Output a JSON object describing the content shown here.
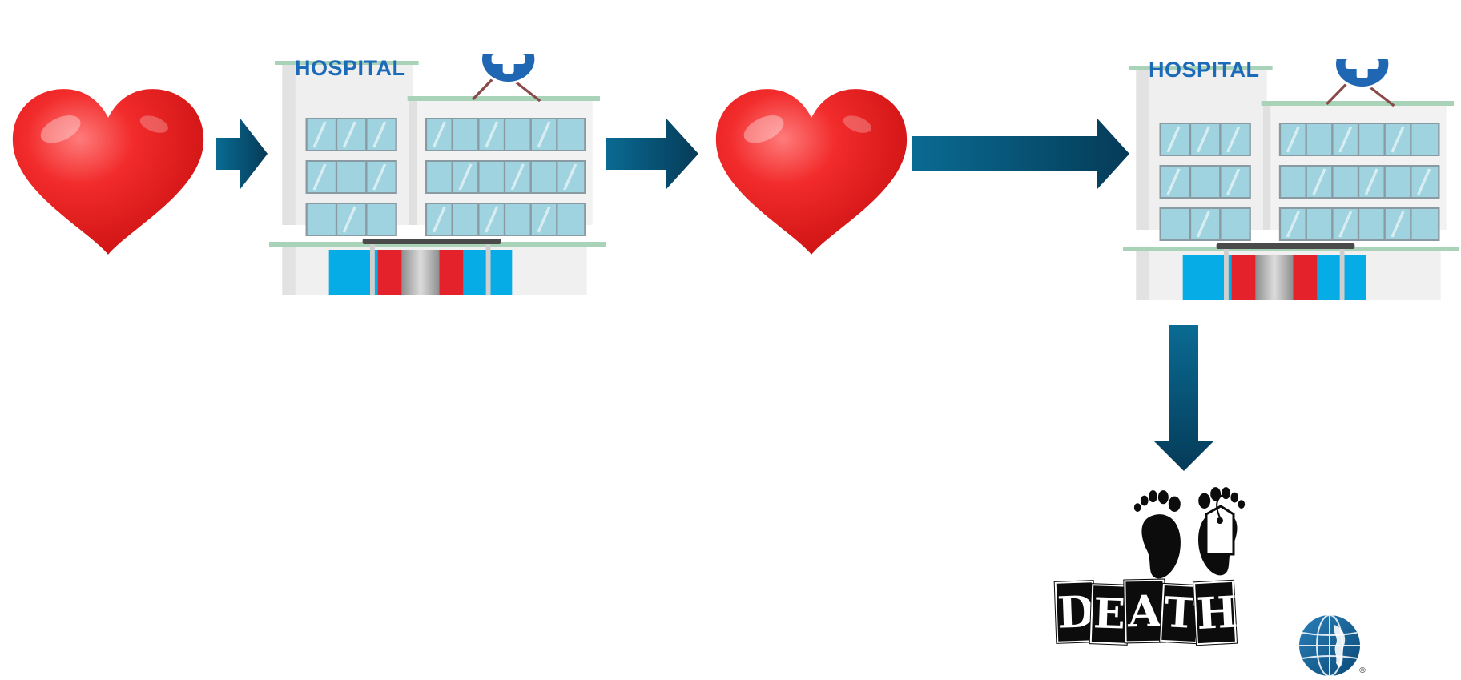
{
  "diagram": {
    "hospital_1": {
      "sign": "HOSPITAL"
    },
    "hospital_2": {
      "sign": "HOSPITAL"
    },
    "death": {
      "letters": [
        "D",
        "E",
        "A",
        "T",
        "H"
      ]
    },
    "logo": {
      "mark": "®"
    }
  },
  "colors": {
    "heart": "#e41f1f",
    "arrow": "#07567a",
    "hospital_sign": "#1c6bb8",
    "cross_circle": "#1f66b3",
    "window": "#9fd3df",
    "facade": "#eeeeee",
    "roof": "#a9d3b8",
    "door_blue": "#06ace6",
    "door_red": "#e3222b"
  },
  "icons": [
    "heart-icon",
    "arrow-right-icon",
    "hospital-icon",
    "arrow-down-icon",
    "footprints-icon",
    "globe-logo-icon"
  ]
}
